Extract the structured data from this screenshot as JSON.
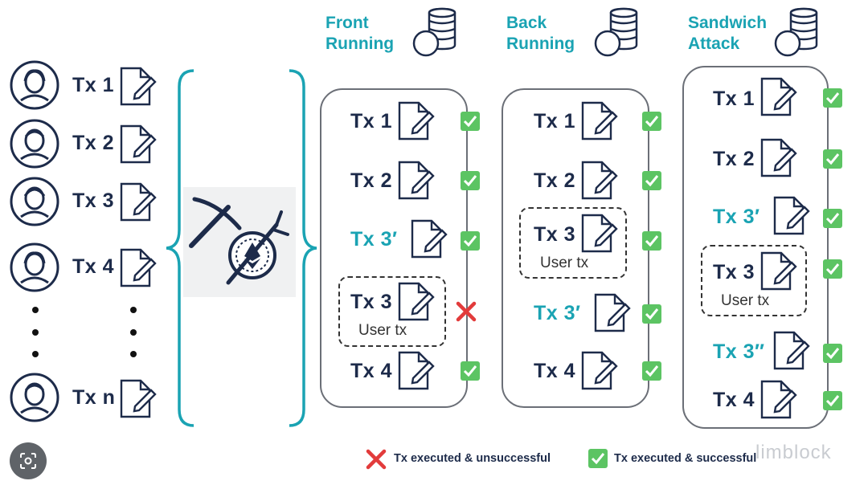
{
  "users": {
    "items": [
      {
        "label": "Tx 1"
      },
      {
        "label": "Tx 2"
      },
      {
        "label": "Tx 3"
      },
      {
        "label": "Tx 4"
      },
      {
        "label": "Tx n"
      }
    ]
  },
  "panels": {
    "front": {
      "title_line1": "Front",
      "title_line2": "Running",
      "tx1": "Tx 1",
      "tx2": "Tx 2",
      "tx3prime": "Tx 3′",
      "tx3": "Tx 3",
      "user_tx": "User tx",
      "tx4": "Tx 4"
    },
    "back": {
      "title_line1": "Back",
      "title_line2": "Running",
      "tx1": "Tx 1",
      "tx2": "Tx 2",
      "tx3": "Tx 3",
      "user_tx": "User tx",
      "tx3prime": "Tx 3′",
      "tx4": "Tx 4"
    },
    "sandwich": {
      "title_line1": "Sandwich",
      "title_line2": "Attack",
      "tx1": "Tx 1",
      "tx2": "Tx 2",
      "tx3prime": "Tx 3′",
      "tx3": "Tx 3",
      "user_tx": "User tx",
      "tx3dprime": "Tx 3″",
      "tx4": "Tx 4"
    }
  },
  "legend": {
    "unsuccessful": "Tx executed & unsuccessful",
    "successful": "Tx executed & successful"
  },
  "watermark": "limblock",
  "colors": {
    "navy": "#1d2b4a",
    "teal": "#1aa3b3",
    "check_green": "#5cc463",
    "cross_red": "#e23b3b"
  }
}
